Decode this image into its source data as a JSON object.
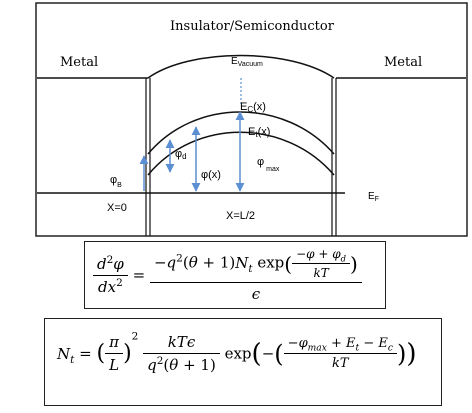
{
  "diagram": {
    "title": "Insulator/Semiconductor",
    "metal_left": "Metal",
    "metal_right": "Metal",
    "e_vacuum": "E",
    "e_vacuum_sub": "Vacuum",
    "ec_label": "E",
    "ec_sub": "C",
    "ec_arg": "(x)",
    "et_label": "E",
    "et_sub": "t",
    "et_arg": "(x)",
    "phi_d": "φ",
    "phi_d_sub": "d",
    "phi_x": "φ(x)",
    "phi_max": "φ",
    "phi_max_sub": "max",
    "phi_b": "φ",
    "phi_b_sub": "B",
    "ef_label": "E",
    "ef_sub": "F",
    "x0_label": "X=0",
    "xl2_label": "X=L/2"
  },
  "colors": {
    "line": "#111111",
    "arrow": "#5b8fd1"
  }
}
